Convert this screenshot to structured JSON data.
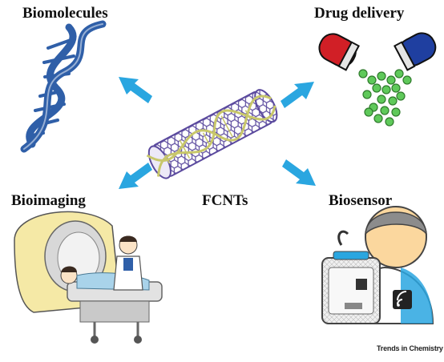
{
  "labels": {
    "biomolecules": "Biomolecules",
    "drug_delivery": "Drug delivery",
    "bioimaging": "Bioimaging",
    "center": "FCNTs",
    "biosensor": "Biosensor"
  },
  "credit": "Trends in Chemistry",
  "colors": {
    "arrow": "#2aa6e0",
    "dna": "#2f5fa8",
    "nanotube": "#5b4a9e",
    "helix_overlay": "#c8c76a",
    "capsule_red": "#d11f26",
    "capsule_blue": "#1f3fa0",
    "pill": "#5fc95a"
  }
}
